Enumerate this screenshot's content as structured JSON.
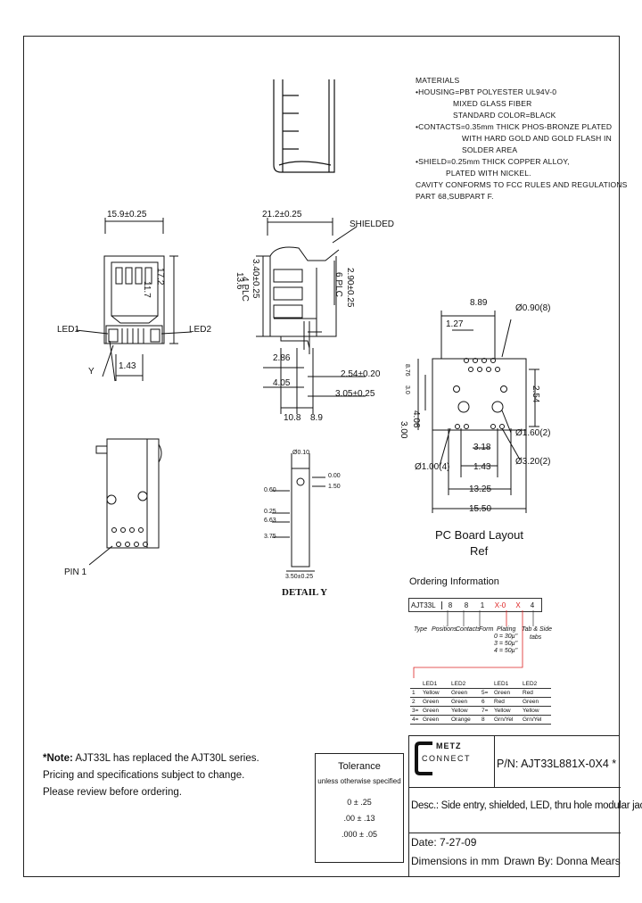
{
  "materials": {
    "lines": [
      "MATERIALS",
      "•HOUSING=PBT POLYESTER UL94V-0",
      "MIXED GLASS FIBER",
      "STANDARD COLOR=BLACK",
      "•CONTACTS=0.35mm THICK PHOS-BRONZE PLATED",
      "WITH HARD GOLD AND GOLD FLASH IN",
      "SOLDER AREA",
      "•SHIELD=0.25mm THICK COPPER ALLOY,",
      "PLATED WITH NICKEL.",
      "CAVITY CONFORMS TO FCC RULES AND REGULATIONS",
      "PART 68,SUBPART F."
    ]
  },
  "front_view": {
    "width_dim": "15.9±0.25",
    "height_dim": "17.2",
    "inner_dim": "11.7",
    "led1": "LED1",
    "led2": "LED2",
    "y_label": "Y",
    "pin_pitch": "1.43"
  },
  "side_view": {
    "depth_dim": "21.2±0.25",
    "shielded": "SHIELDED",
    "height_dim": "13.6",
    "pin_dim": "3.40±0.25",
    "pin_dim_note": "4 PLC",
    "shield_dim": "2.90±0.25",
    "shield_dim_note": "6 PLC",
    "d286": "2.86",
    "d405": "4.05",
    "d254": "2.54±0.20",
    "d305": "3.05±0.25",
    "d108": "10.8",
    "d89": "8.9"
  },
  "detail_y": {
    "title": "DETAIL Y",
    "d_top": "Ø0.10",
    "d_r1": "0.00",
    "d_r2": "1.50",
    "d_l1": "0.60",
    "d_l2": "0.25",
    "d_l3": "6.63",
    "d_l4": "3.75",
    "d_bot": "3.50±0.25"
  },
  "bottom_view": {
    "pin_label": "PIN 1"
  },
  "pcb": {
    "title": "PC Board Layout",
    "subtitle": "Ref",
    "d889": "8.89",
    "d127": "1.27",
    "hole_090": "Ø0.90(8)",
    "d254": "2.54",
    "d406": "4.06",
    "d300": "3.00",
    "d_left1": "8.76",
    "d_left2": "3.0",
    "d318": "3.18",
    "d143": "1.43",
    "d1325": "13.25",
    "d1550": "15.50",
    "h160": "Ø1.60(2)",
    "h320": "Ø3.20(2)",
    "h100": "Ø1.00(4)"
  },
  "ordering": {
    "title": "Ordering Information",
    "prefix": "AJT33L",
    "codes": [
      "8",
      "8",
      "1",
      "X-0",
      "X",
      "4"
    ],
    "labels": [
      "Type",
      "Positions",
      "Contacts",
      "Form",
      "Plating",
      "Tab & Side",
      "tabs"
    ],
    "plating_options": [
      "0 = 30µ\"",
      "3 = 50µ\"",
      "4 = 50µ\""
    ],
    "led_header": [
      "LED1",
      "LED2",
      "",
      "LED1",
      "LED2"
    ],
    "led_rows": [
      [
        "1",
        "Yellow",
        "Green",
        "5=",
        "Green",
        "Red"
      ],
      [
        "2",
        "Green",
        "Green",
        "6",
        "Red",
        "Green"
      ],
      [
        "3=",
        "Green",
        "Yellow",
        "7=",
        "Yellow",
        "Yellow"
      ],
      [
        "4=",
        "Green",
        "Orange",
        "8",
        "Grn/Yel",
        "Grn/Yel"
      ]
    ]
  },
  "note": {
    "label": "*Note:",
    "line1": " AJT33L has replaced the AJT30L series.",
    "line2": "Pricing and specifications subject to change.",
    "line3": "Please review before ordering."
  },
  "tolerance": {
    "title": "Tolerance",
    "subtitle": "unless otherwise specified",
    "rows": [
      "0 ± .25",
      ".00 ± .13",
      ".000 ± .05"
    ]
  },
  "title_block": {
    "logo_top": "METZ",
    "logo_bottom": "CONNECT",
    "pn": "P/N: AJT33L881X-0X4 *",
    "desc": "Desc.: Side entry, shielded, LED, thru hole modular jack",
    "date": "Date: 7-27-09",
    "dims": "Dimensions in mm",
    "drawn": "Drawn By: Donna Mears"
  }
}
